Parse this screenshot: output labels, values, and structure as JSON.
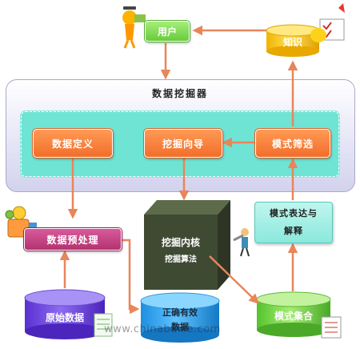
{
  "miner": {
    "title": "数据挖掘器"
  },
  "nodes": {
    "user": "用户",
    "knowledge": "知识",
    "data_definition": "数据定义",
    "mining_guide": "挖掘向导",
    "pattern_filter": "模式筛选",
    "data_preprocess": "数据预处理",
    "mining_core": "挖掘内核",
    "mining_algorithm": "挖掘算法",
    "pattern_expr_line1": "模式表达与",
    "pattern_expr_line2": "解释",
    "raw_data": "原始数据",
    "valid_data_line1": "正确有效",
    "valid_data_line2": "数据",
    "pattern_set": "模式集合"
  },
  "watermark": "www.chinabaike.com",
  "colors": {
    "arrow": "#e8865a",
    "orange": "#f47a35",
    "green": "#7fd651",
    "teal": "#6fe4d4",
    "magenta": "#c4417f"
  }
}
